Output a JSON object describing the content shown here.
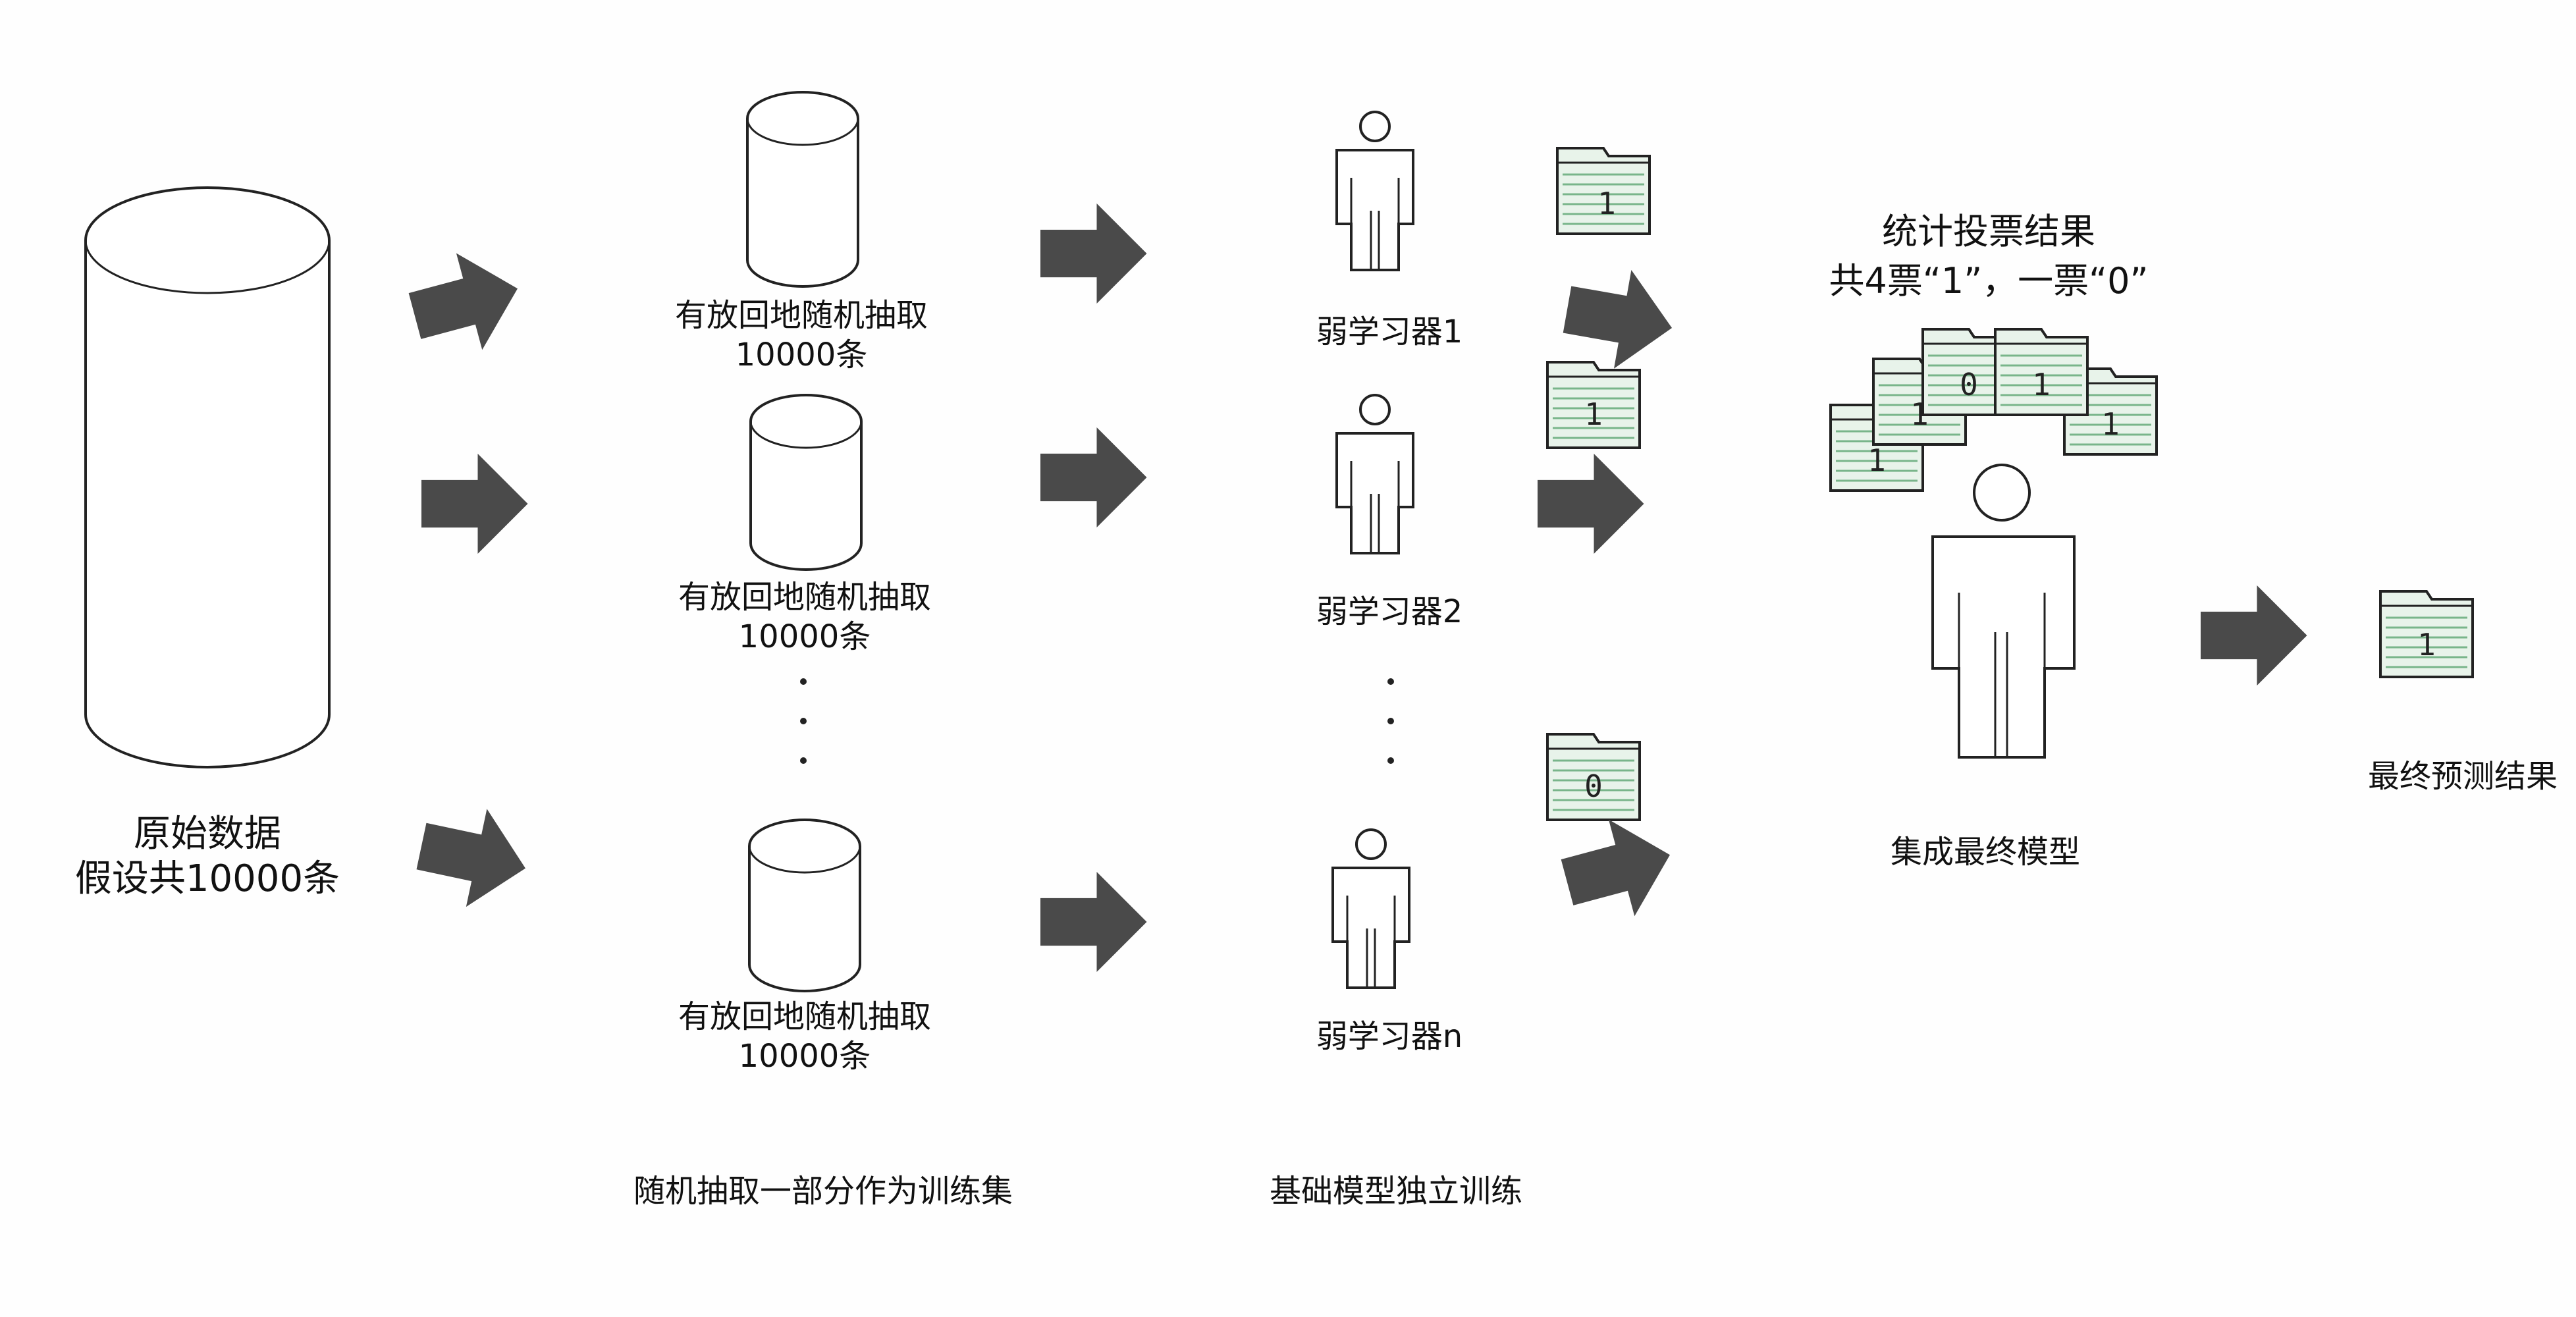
{
  "source": {
    "line1": "原始数据",
    "line2": "假设共10000条"
  },
  "samples": [
    {
      "line1": "有放回地随机抽取",
      "line2": "10000条"
    },
    {
      "line1": "有放回地随机抽取",
      "line2": "10000条"
    },
    {
      "line1": "有放回地随机抽取",
      "line2": "10000条"
    }
  ],
  "learners": [
    {
      "label": "弱学习器1",
      "vote": "1"
    },
    {
      "label": "弱学习器2",
      "vote": "1"
    },
    {
      "label": "弱学习器n",
      "vote": "0"
    }
  ],
  "vote_stats": {
    "line1": "统计投票结果",
    "line2": "共4票“1”，一票“0”"
  },
  "vote_pile": [
    "1",
    "1",
    "0",
    "1",
    "1"
  ],
  "ensemble": {
    "label": "集成最终模型"
  },
  "final": {
    "label": "最终预测结果",
    "value": "1"
  },
  "stages": {
    "sampling": "随机抽取一部分作为训练集",
    "training": "基础模型独立训练"
  },
  "colors": {
    "arrow": "#4a4a4a",
    "note_fill": "#e8f3ea",
    "note_line": "#79b58a",
    "stroke": "#222222"
  }
}
